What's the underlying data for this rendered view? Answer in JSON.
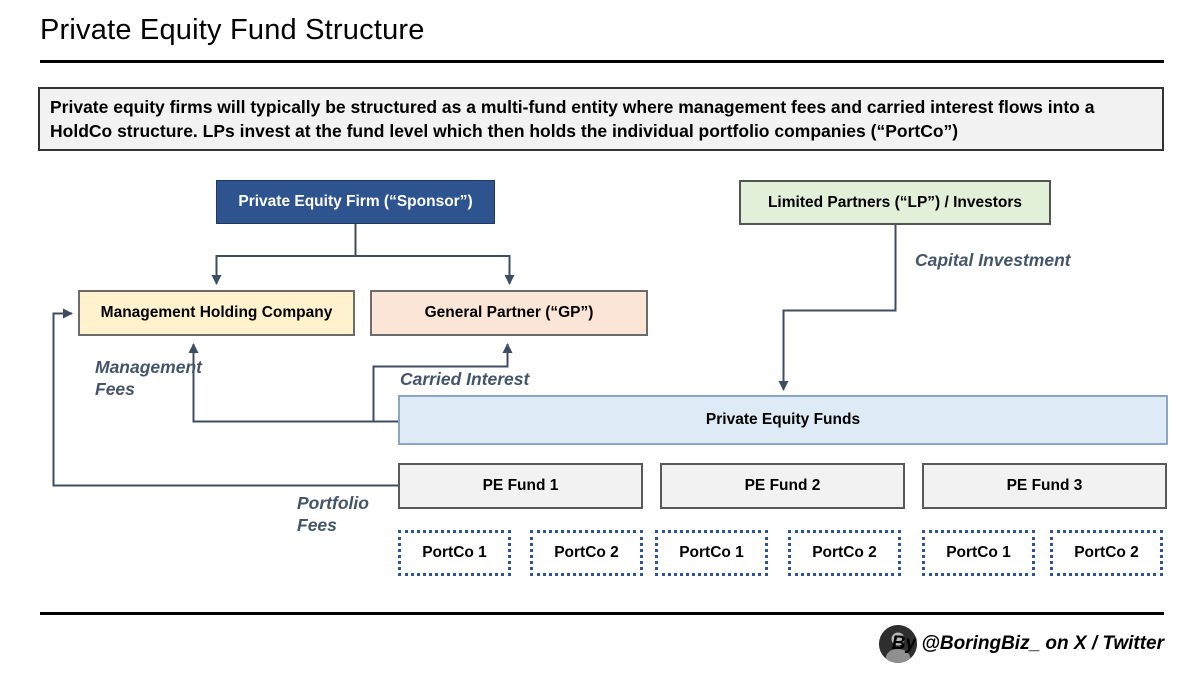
{
  "page": {
    "title": "Private Equity Fund Structure"
  },
  "description": "Private equity firms will typically be structured as a multi-fund entity where management fees and carried interest flows into a HoldCo structure. LPs invest at the fund level which then holds the individual portfolio companies (“PortCo”)",
  "nodes": {
    "sponsor": {
      "label": "Private Equity Firm (“Sponsor”)",
      "bg": "#2E5490",
      "text_color": "#FFFFFF"
    },
    "lp": {
      "label": "Limited Partners (“LP”) / Investors",
      "bg": "#E2EFD9"
    },
    "holdco": {
      "label": "Management Holding Company",
      "bg": "#FFF2CC"
    },
    "gp": {
      "label": "General Partner (“GP”)",
      "bg": "#FBE5D6"
    },
    "funds": {
      "label": "Private Equity Funds",
      "bg": "#DEEAF6"
    },
    "fund_list": [
      {
        "label": "PE Fund 1",
        "bg": "#F2F2F2"
      },
      {
        "label": "PE Fund 2",
        "bg": "#F2F2F2"
      },
      {
        "label": "PE Fund 3",
        "bg": "#F2F2F2"
      }
    ],
    "portcos": [
      "PortCo 1",
      "PortCo 2",
      "PortCo 1",
      "PortCo 2",
      "PortCo 1",
      "PortCo 2"
    ]
  },
  "edge_labels": {
    "capital_investment": "Capital Investment",
    "management_fees": "Management Fees",
    "carried_interest": "Carried Interest",
    "portfolio_fees": "Portfolio Fees"
  },
  "colors": {
    "connector": "#3F4D63",
    "edge_label_text": "#44546A",
    "portco_border": "#2F5496",
    "description_bg": "#F2F2F2",
    "rule": "#000000"
  },
  "footer": {
    "credit": "By @BoringBiz_ on X / Twitter",
    "avatar": "person-avatar"
  }
}
